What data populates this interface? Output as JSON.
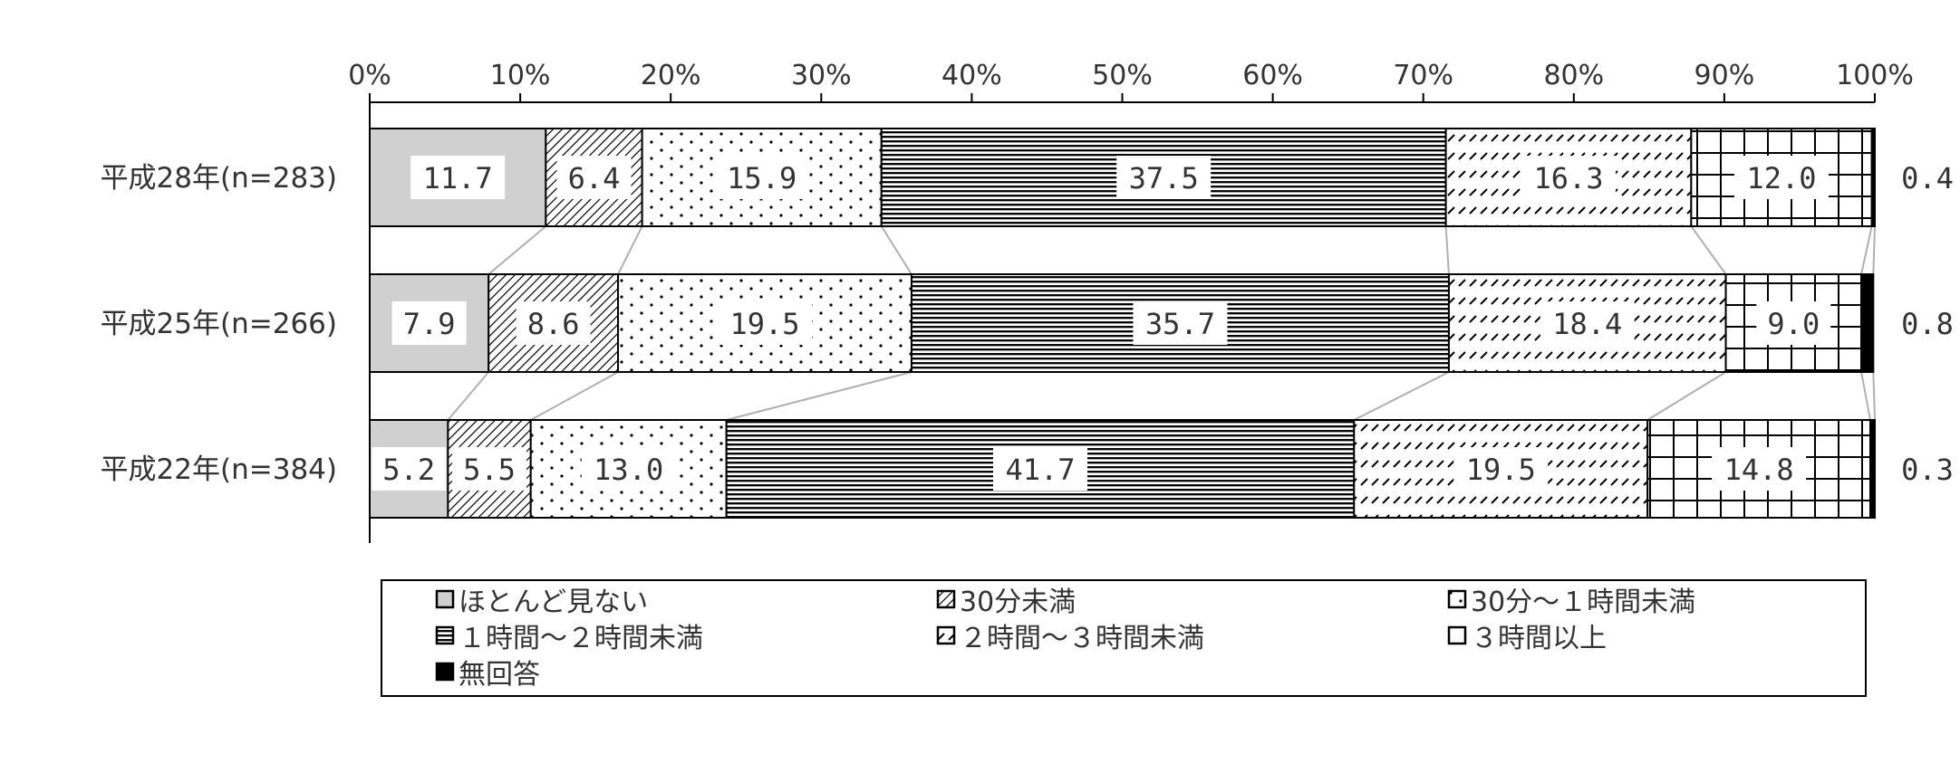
{
  "chart_data": {
    "type": "bar",
    "orientation": "horizontal",
    "stacked": true,
    "categories": [
      "平成28年(n=283)",
      "平成25年(n=266)",
      "平成22年(n=384)"
    ],
    "x_ticks": [
      "0%",
      "10%",
      "20%",
      "30%",
      "40%",
      "50%",
      "60%",
      "70%",
      "80%",
      "90%",
      "100%"
    ],
    "xlim": [
      0,
      100
    ],
    "legend_position": "bottom",
    "series": [
      {
        "name": "ほとんど見ない",
        "values": [
          11.7,
          7.9,
          5.2
        ],
        "labels": [
          "11.7",
          "7.9",
          "5.2"
        ],
        "pattern": "solid-gray",
        "color": "#d0d0d0"
      },
      {
        "name": "30分未満",
        "values": [
          6.4,
          8.6,
          5.5
        ],
        "labels": [
          "6.4",
          "8.6",
          "5.5"
        ],
        "pattern": "diagonal-dense",
        "color": "#000000"
      },
      {
        "name": "30分～１時間未満",
        "values": [
          15.9,
          19.5,
          13.0
        ],
        "labels": [
          "15.9",
          "19.5",
          "13.0"
        ],
        "pattern": "dots",
        "color": "#000000"
      },
      {
        "name": "１時間～２時間未満",
        "values": [
          37.5,
          35.7,
          41.7
        ],
        "labels": [
          "37.5",
          "35.7",
          "41.7"
        ],
        "pattern": "horizontal-lines",
        "color": "#000000"
      },
      {
        "name": "２時間～３時間未満",
        "values": [
          16.3,
          18.4,
          19.5
        ],
        "labels": [
          "16.3",
          "18.4",
          "19.5"
        ],
        "pattern": "diagonal-dashes",
        "color": "#000000"
      },
      {
        "name": "３時間以上",
        "values": [
          12.0,
          9.0,
          14.8
        ],
        "labels": [
          "12.0",
          "9.0",
          "14.8"
        ],
        "pattern": "grid",
        "color": "#000000"
      },
      {
        "name": "無回答",
        "values": [
          0.4,
          0.8,
          0.3
        ],
        "labels": [
          "0.4",
          "0.8",
          "0.3"
        ],
        "pattern": "solid-black",
        "color": "#000000"
      }
    ],
    "connector_color": "#b0b0b0"
  }
}
